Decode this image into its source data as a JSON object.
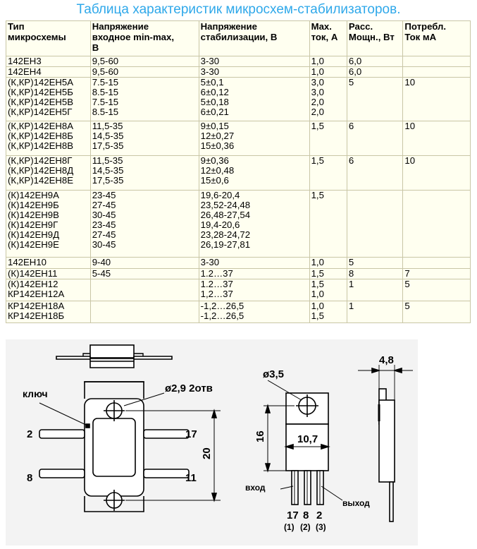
{
  "title": "Таблица характеристик микросхем-стабилизаторов.",
  "table": {
    "headers": [
      "Тип\nмикросхемы",
      "Напряжение\nвходное min-max,\nВ",
      "Напряжение\nстабилизации, В",
      "Max.\nток, А",
      "Расс.\nМощн., Вт",
      "Потребл.\nТок мА"
    ],
    "rows": [
      [
        "142ЕН3",
        "9,5-60",
        "3-30",
        "1,0",
        "6,0",
        ""
      ],
      [
        "142ЕН4",
        "9,5-60",
        "3-30",
        "1,0",
        "6,0",
        ""
      ],
      [
        "(К,КР)142ЕН5А\n(К,КР)142ЕН5Б\n(К,КР)142ЕН5В\n(К,КР)142ЕН5Г",
        "7.5-15\n8.5-15\n7.5-15\n8.5-15",
        "5±0,1\n6±0,12\n5±0,18\n6±0,21",
        "3,0\n3,0\n2,0\n2,0",
        "5",
        "10"
      ],
      [
        "(К,КР)142ЕН8А\n(К,КР)142ЕН8Б\n(К,КР)142ЕН8В",
        "11,5-35\n14,5-35\n17,5-35",
        "9±0,15\n12±0,27\n15±0,36",
        "1,5",
        "6",
        "10"
      ],
      [
        "(К,КР)142ЕН8Г\n(К,КР)142ЕН8Д\n(К,КР)142ЕН8Е",
        "11,5-35\n14,5-35\n17,5-35",
        "9±0,36\n12±0,48\n15±0,6",
        "1,5",
        "6",
        "10"
      ],
      [
        "(К)142ЕН9А\n(К)142ЕН9Б\n(К)142ЕН9В\n(К)142ЕН9Г\n(К)142ЕН9Д\n(К)142ЕН9Е",
        "23-45\n27-45\n30-45\n23-45\n27-45\n30-45",
        "19,6-20,4\n23,52-24,48\n26,48-27,54\n19,4-20,6\n23,28-24,72\n26,19-27,81",
        "1,5",
        "",
        ""
      ],
      [
        "142ЕН10",
        "9-40",
        "3-30",
        "1,0",
        "5",
        ""
      ],
      [
        "(К)142ЕН11",
        "5-45",
        "1.2…37",
        "1,5",
        "8",
        "7"
      ],
      [
        "(К)142ЕН12\nКР142ЕН12А",
        "",
        "1.2…37\n1,2…37",
        "1,5\n1,0",
        "1",
        "5"
      ],
      [
        "КР142ЕН18А\nКР142ЕН18Б",
        "",
        "-1,2…26,5\n-1,2…26,5",
        "1,0\n1,5",
        "1",
        "5"
      ]
    ]
  },
  "drawing": {
    "key_label": "ключ",
    "hole_label_left": "ø2,9  2отв",
    "dim_20": "20",
    "pins_left": [
      "2",
      "8"
    ],
    "pins_right": [
      "17",
      "11"
    ],
    "hole_label_right": "ø3,5",
    "dim_16": "16",
    "dim_10_7": "10,7",
    "dim_4_8": "4,8",
    "input_label": "вход",
    "output_label": "выход",
    "pin_numbers": [
      "17",
      "8",
      "2"
    ],
    "pin_positions": [
      "(1)",
      "(2)",
      "(3)"
    ]
  }
}
